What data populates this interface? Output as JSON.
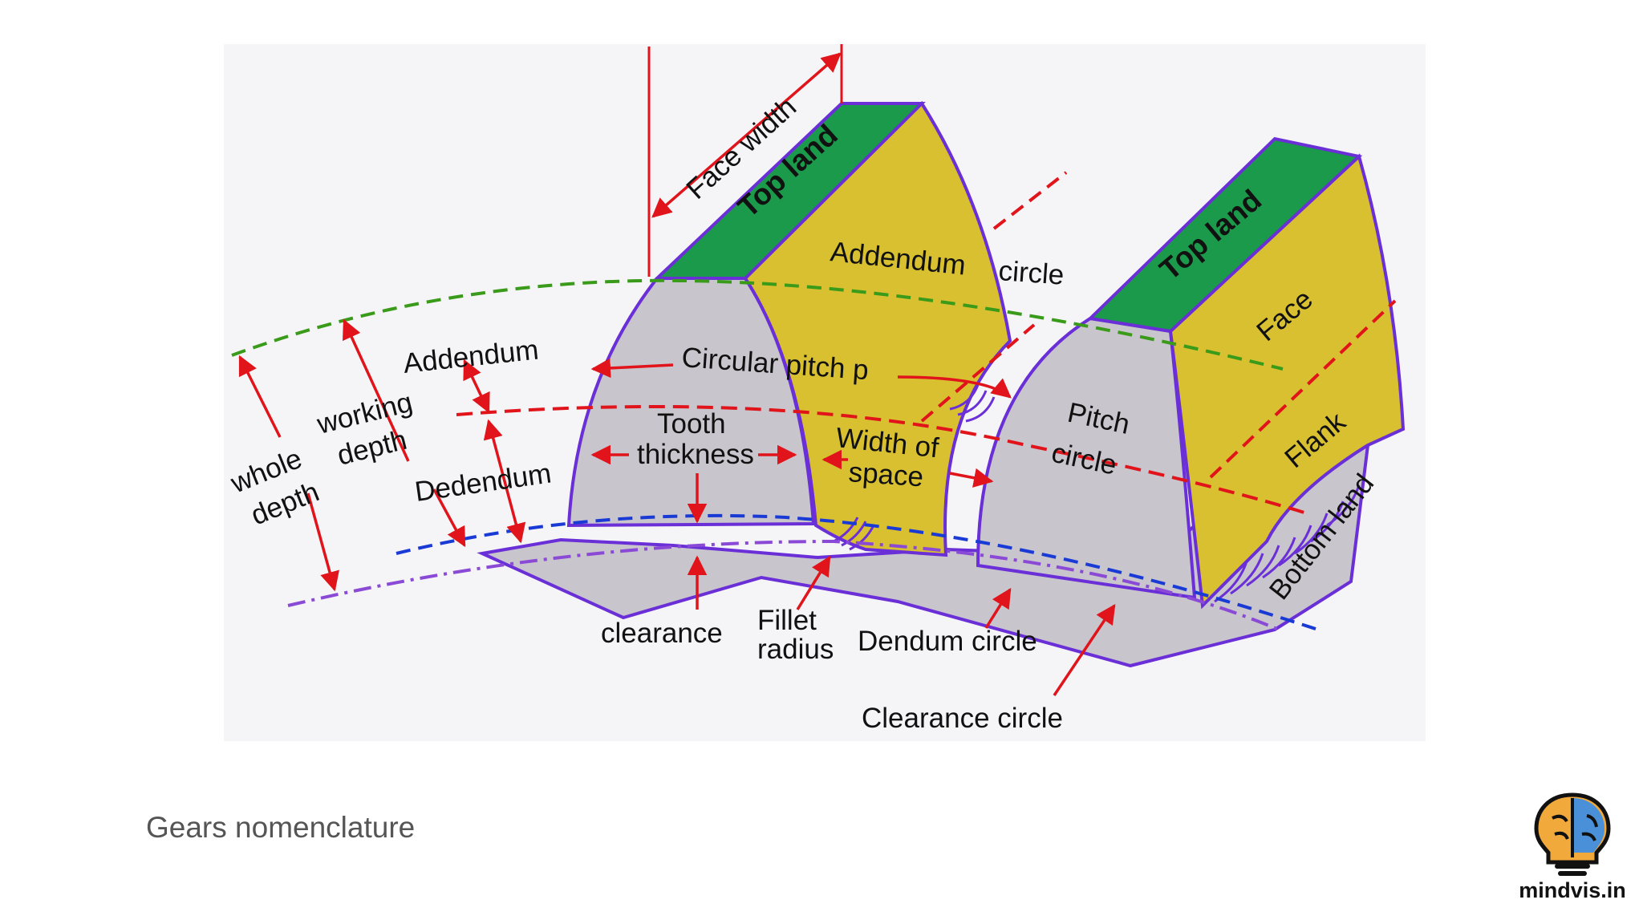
{
  "diagram": {
    "labels": {
      "face_width": "Face width",
      "top_land_left": "Top land",
      "top_land_right": "Top land",
      "addendum_circle_1": "Addendum",
      "addendum_circle_2": "circle",
      "face": "Face",
      "addendum": "Addendum",
      "working_depth_1": "working",
      "working_depth_2": "depth",
      "whole_depth_1": "whole",
      "whole_depth_2": "depth",
      "dedendum": "Dedendum",
      "circular_pitch": "Circular pitch p",
      "tooth_thickness_1": "Tooth",
      "tooth_thickness_2": "thickness",
      "width_of_space_1": "Width of",
      "width_of_space_2": "space",
      "pitch_circle_1": "Pitch",
      "pitch_circle_2": "circle",
      "flank": "Flank",
      "bottom_land": "Bottom land",
      "clearance": "clearance",
      "fillet_radius_1": "Fillet",
      "fillet_radius_2": "radius",
      "dendum_circle": "Dendum circle",
      "clearance_circle": "Clearance circle"
    },
    "colors": {
      "top_land": "#1a9a4a",
      "face": "#d8c030",
      "tooth_body": "#c8c6cc",
      "outline": "#6a2fd6",
      "dimension": "#e0141a",
      "addendum_circle": "#3a9a1a",
      "dedendum_circle": "#1a3ad6",
      "clearance_circle": "#8a4ad6"
    }
  },
  "caption": "Gears nomenclature",
  "logo": {
    "text": "mindvis.in",
    "icon": "brain-bulb-icon"
  }
}
